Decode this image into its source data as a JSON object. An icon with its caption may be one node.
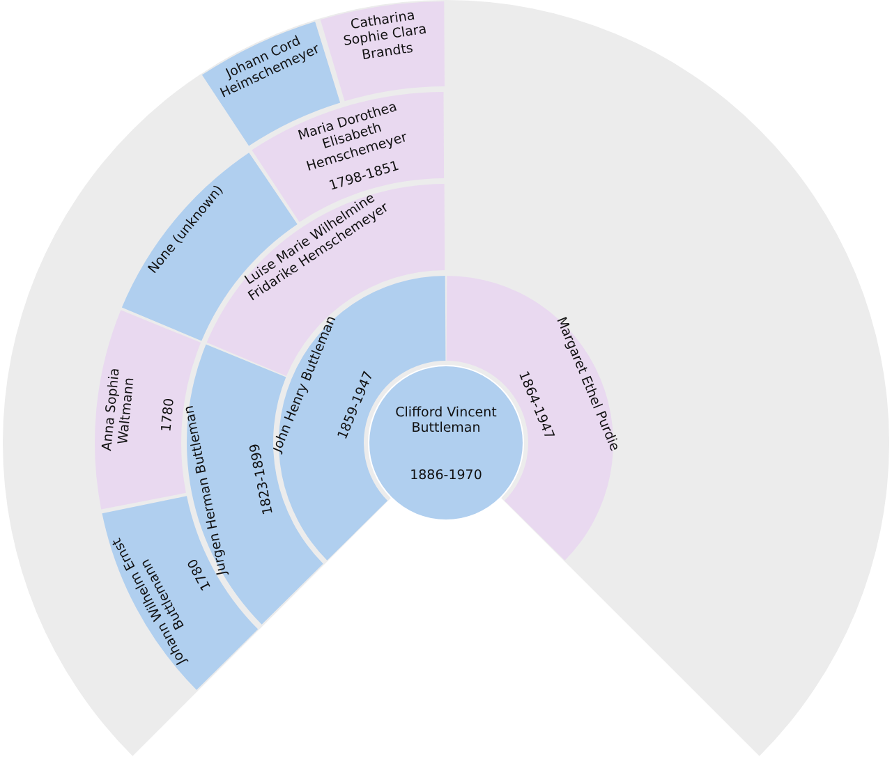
{
  "diagram": {
    "nodes": [
      {
        "text": [
          "Clifford Vincent Buttleman",
          "1886-1970"
        ]
      },
      {
        "text": [
          "John Henry Buttleman",
          "1859-1947"
        ]
      },
      {
        "text": [
          "Margaret Ethel Purdie",
          "1864-1947"
        ]
      },
      {
        "text": [
          "Jurgen Herman Buttleman",
          "1823-1899"
        ]
      },
      {
        "text": [
          "Luise Marie Wilhelmine Fridarike Hemschemeyer"
        ]
      },
      {
        "text": [
          "Johann Wilhelm Ernst Buttlemann",
          "1780"
        ]
      },
      {
        "text": [
          "Anna Sophia Waltmann",
          "1780"
        ]
      },
      {
        "text": [
          "None (unknown)"
        ]
      },
      {
        "text": [
          "Maria Dorothea Elisabeth Hemschemeyer",
          "1798-1851"
        ]
      },
      {
        "text": [
          "Johann Cord Heimschemeyer"
        ]
      },
      {
        "text": [
          "Catharina Sophie Clara Brandts"
        ]
      }
    ]
  }
}
